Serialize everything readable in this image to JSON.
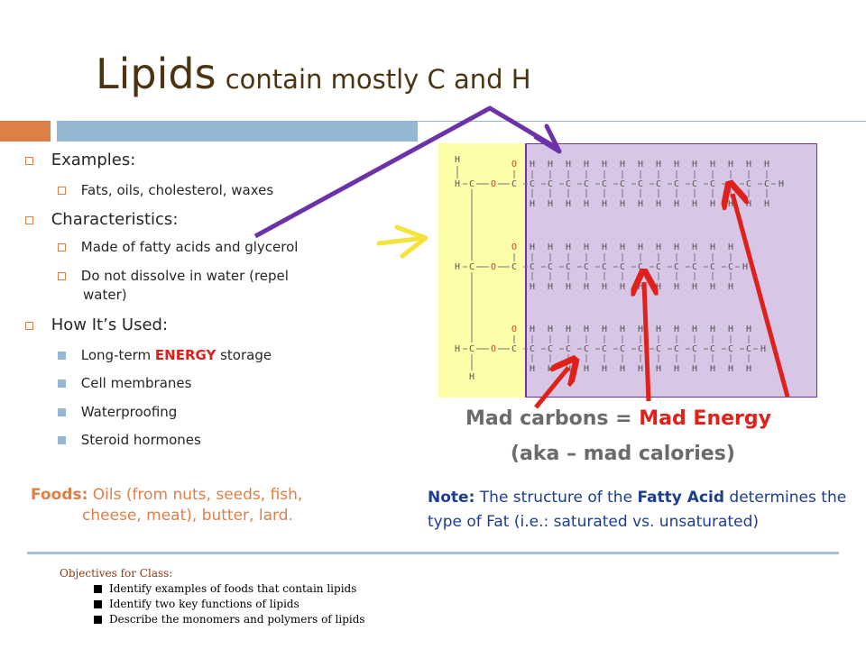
{
  "title": {
    "main": "Lipids",
    "sub": "contain mostly C and H"
  },
  "bullets": {
    "examples": {
      "label": "Examples:",
      "items": [
        "Fats, oils, cholesterol, waxes"
      ]
    },
    "characteristics": {
      "label": "Characteristics:",
      "items": [
        "Made of fatty acids and glycerol",
        "Do not dissolve in water (repel",
        "water)"
      ]
    },
    "used": {
      "label": "How It’s Used:",
      "item1_pre": "Long-term ",
      "item1_em": "ENERGY",
      "item1_post": " storage",
      "items": [
        "Cell membranes",
        "Waterproofing",
        "Steroid hormones"
      ]
    }
  },
  "foods": {
    "label": "Foods:",
    "line1": " Oils (from nuts, seeds, fish,",
    "line2": "cheese, meat), butter, lard."
  },
  "diagram": {
    "glycerol": {
      "H": "H",
      "C": "C",
      "O": "O"
    },
    "chain_atoms": {
      "H": "H",
      "C": "C"
    },
    "acid_link": "O",
    "caption_pre": "Mad carbons = ",
    "caption_em": "Mad Energy",
    "caption2": "(aka – mad calories)"
  },
  "note": {
    "label": "Note:",
    "pre": " The structure of the ",
    "em": "Fatty Acid",
    "post": " determines the type of Fat (i.e.: saturated vs. unsaturated)"
  },
  "objectives": {
    "heading": "Objectives for Class:",
    "items": [
      "Identify examples of foods that contain lipids",
      "Identify two key functions of lipids",
      "Describe the monomers and polymers of lipids"
    ]
  },
  "colors": {
    "orange": "#dd8047",
    "blue": "#94b6d2",
    "yellow_bg": "#fefea8",
    "purple_bg": "#d8c6e6",
    "purple_line": "#6b33a7",
    "red": "#e0201b"
  }
}
